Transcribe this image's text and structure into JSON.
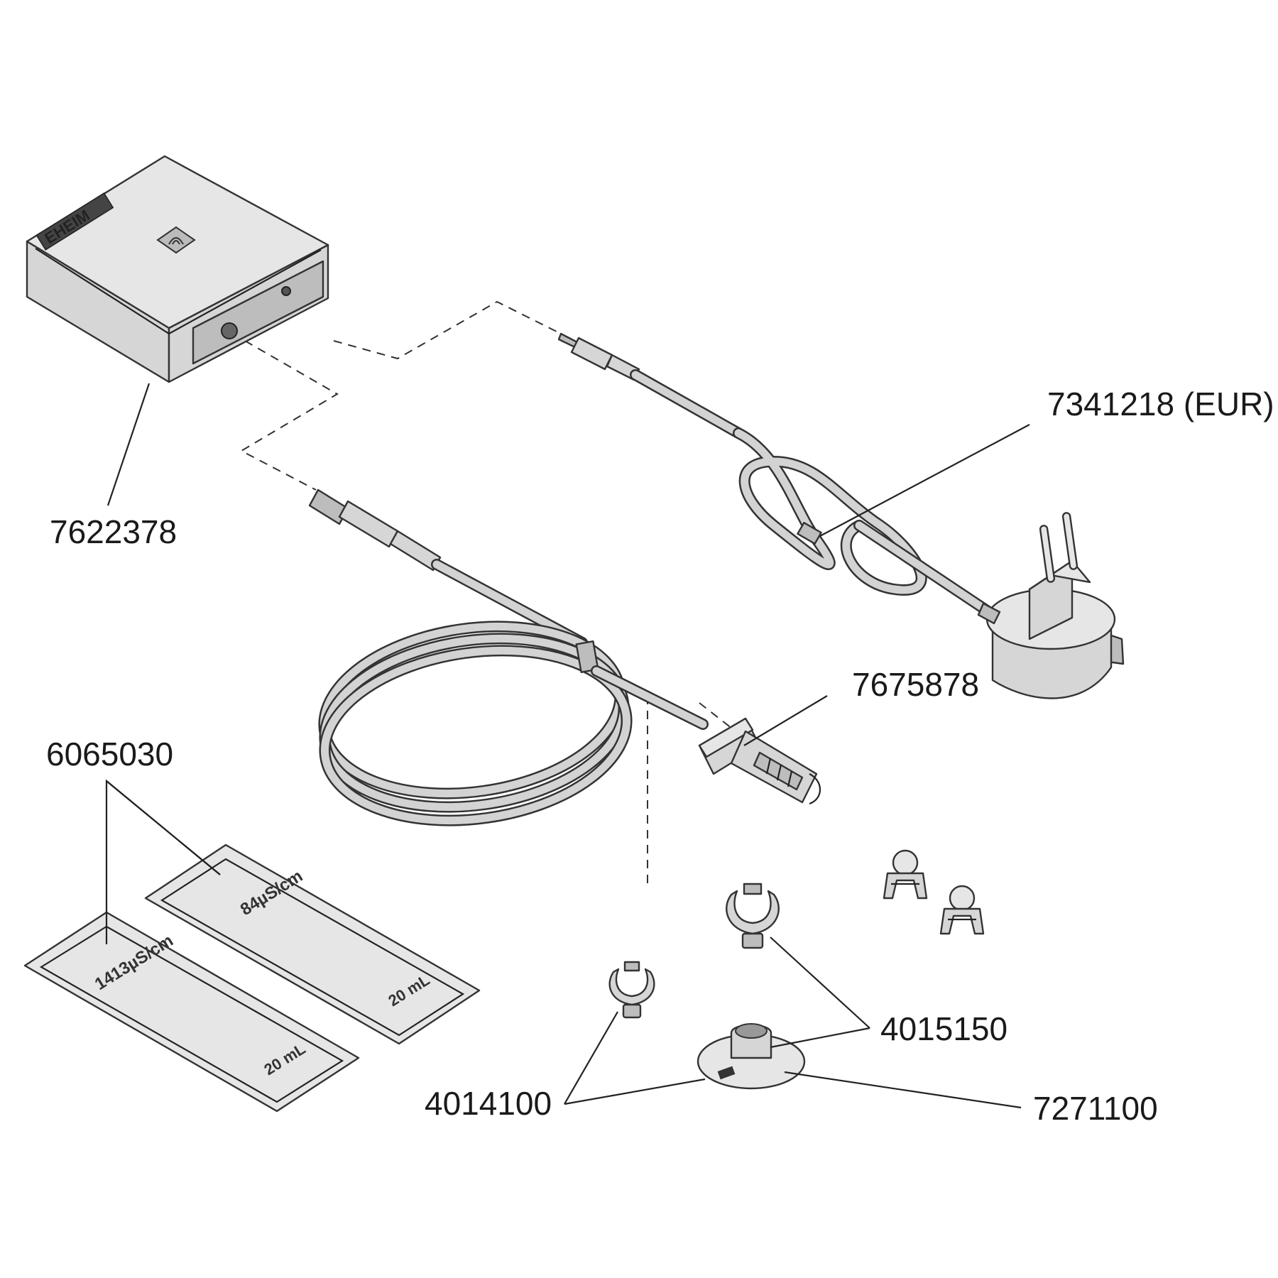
{
  "labels": {
    "controller": "7622378",
    "power_adapter": "7341218 (EUR)",
    "sensor_holder": "7675878",
    "calibration_solutions": "6065030",
    "clip_small": "4014100",
    "clip_holder": "4015150",
    "suction_cup": "7271100"
  },
  "device": {
    "brand": "EHEIM"
  },
  "sachets": {
    "left": {
      "conductivity": "1413µS/cm",
      "volume": "20 mL"
    },
    "right": {
      "conductivity": "84µS/cm",
      "volume": "20 mL"
    }
  }
}
